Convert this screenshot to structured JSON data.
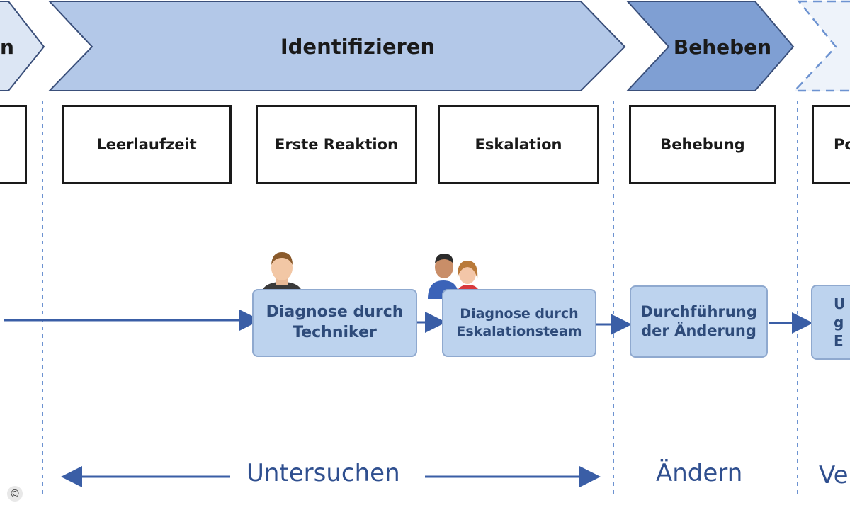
{
  "phases": {
    "left_partial": "n",
    "identify": "Identifizieren",
    "fix": "Beheben"
  },
  "stages": {
    "idle_time": "Leerlaufzeit",
    "first_response": "Erste Reaktion",
    "escalation": "Eskalation",
    "resolution": "Behebung",
    "right_partial": "Po"
  },
  "process": {
    "technician_diagnosis": [
      "Diagnose durch",
      "Techniker"
    ],
    "escalation_diagnosis": [
      "Diagnose durch",
      "Eskalationsteam"
    ],
    "change_execution": [
      "Durchführung",
      "der Änderung"
    ],
    "right_partial": [
      "U",
      "g",
      "E"
    ]
  },
  "bottom": {
    "investigate": "Untersuchen",
    "change": "Ändern",
    "right_partial": "Ve"
  },
  "copyright": "©",
  "colors": {
    "light_chevron": "#b3c8e8",
    "dark_chevron": "#7f9fd3",
    "process_fill": "#bdd3ee",
    "connector": "#3a5ea6",
    "dashed_separator": "#6d93d1"
  }
}
